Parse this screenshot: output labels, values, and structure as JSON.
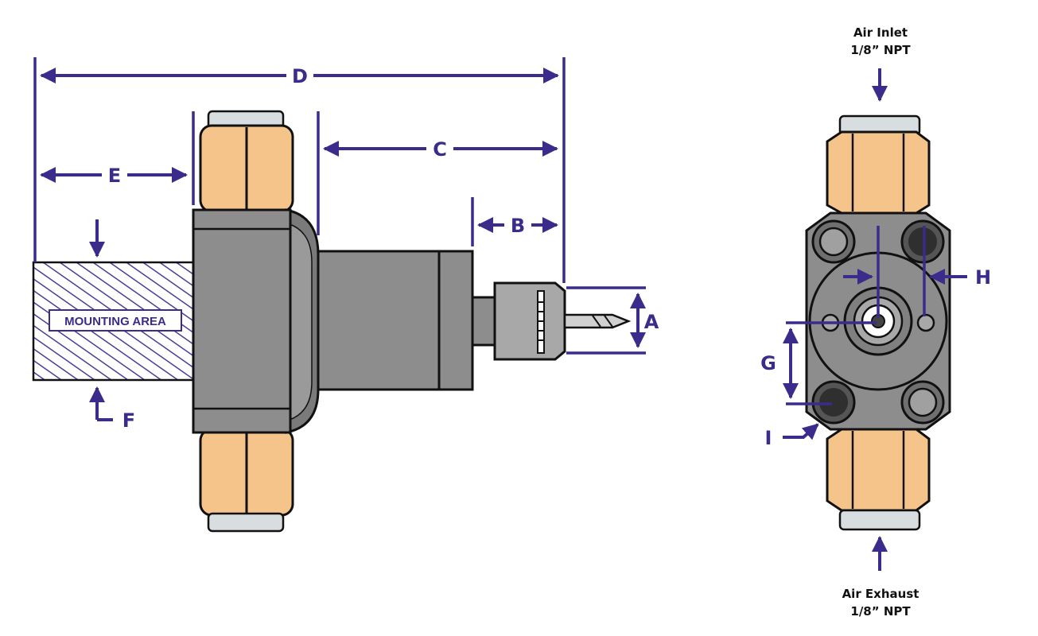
{
  "dimensions": {
    "a": "A",
    "b": "B",
    "c": "C",
    "d": "D",
    "e": "E",
    "f": "F",
    "g": "G",
    "h": "H",
    "i": "I"
  },
  "mounting_area_label": "MOUNTING AREA",
  "air_inlet": {
    "line1": "Air Inlet",
    "line2": "1/8” NPT"
  },
  "air_exhaust": {
    "line1": "Air Exhaust",
    "line2": "1/8” NPT"
  },
  "colors": {
    "dimension": "#3b2b8a",
    "body_gray": "#8d8d8d",
    "fitting_orange": "#f5c48a",
    "cap_silver": "#d8dde0"
  }
}
